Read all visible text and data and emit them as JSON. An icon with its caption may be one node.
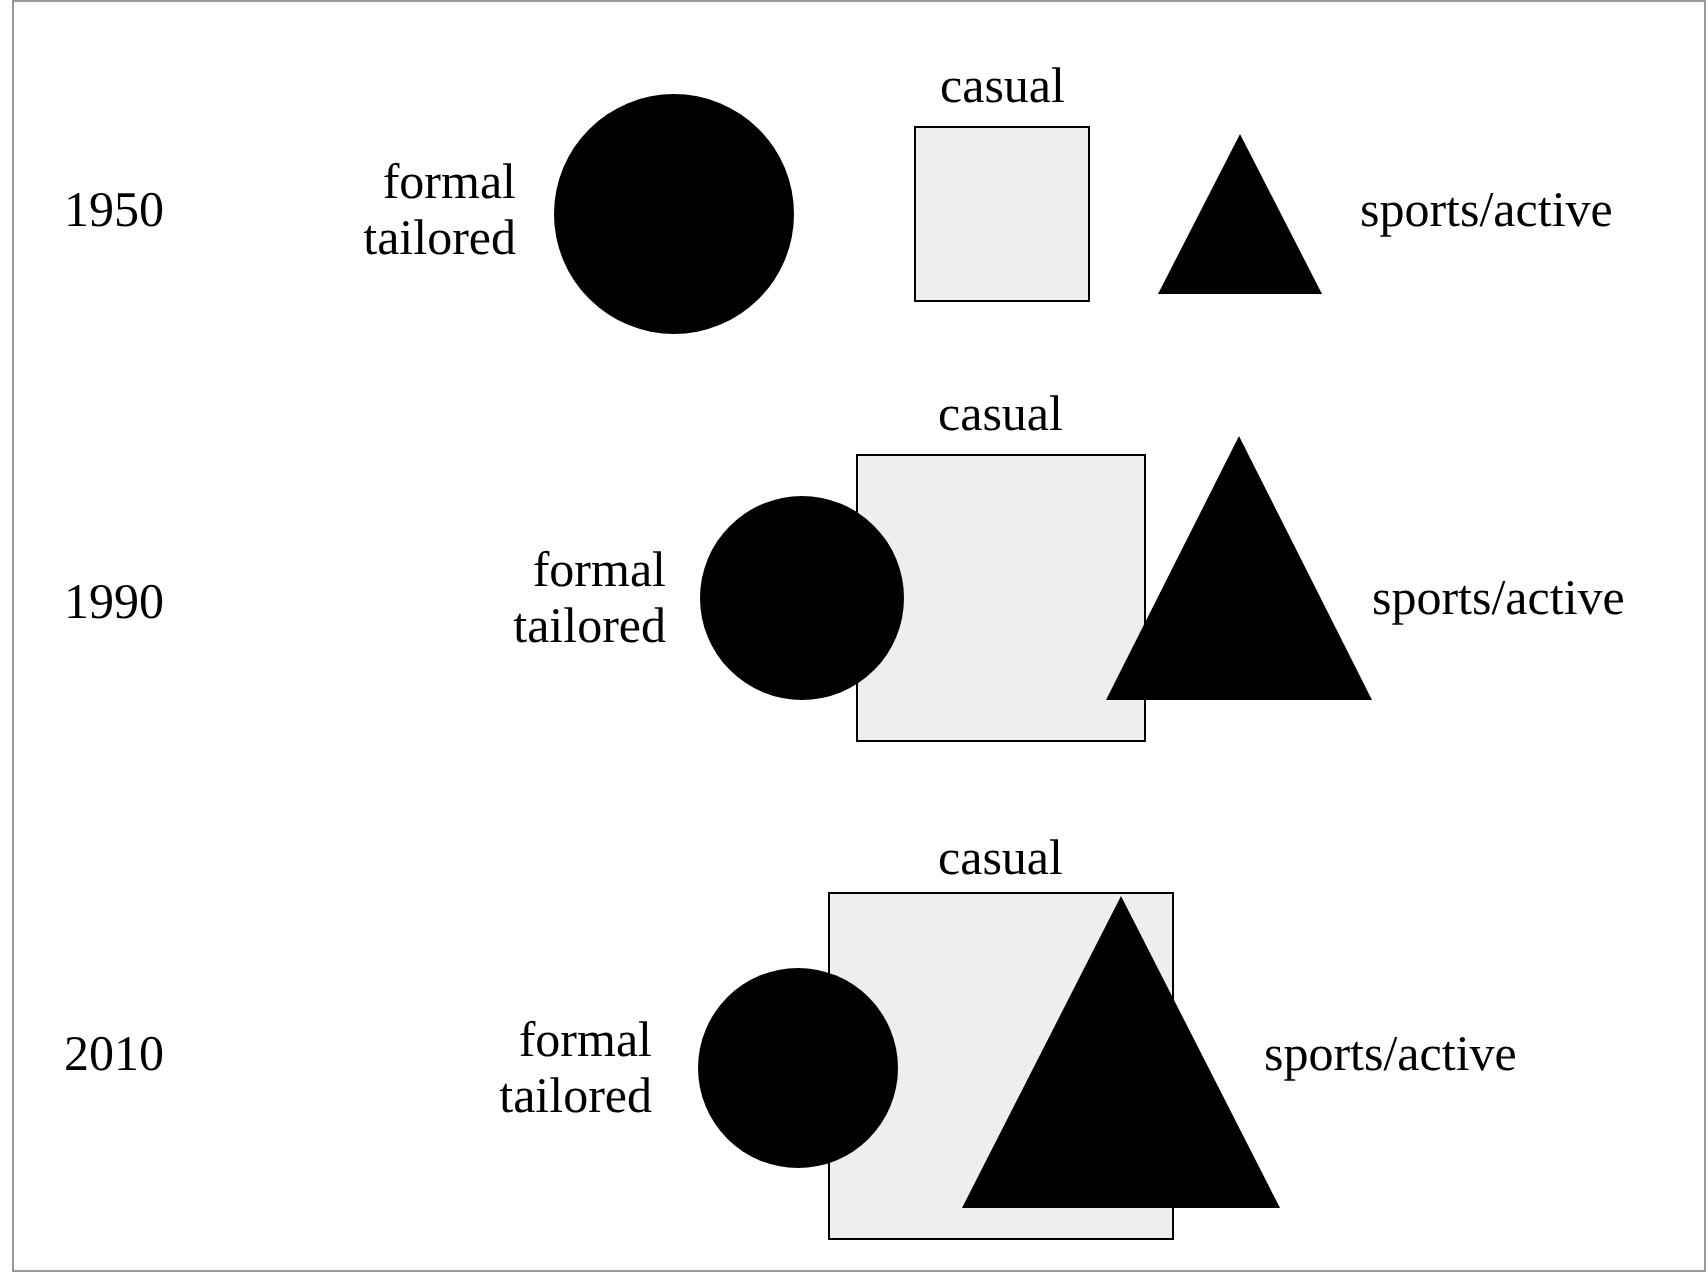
{
  "diagram": {
    "nodes": [
      {
        "text": [],
        "shape": "circle",
        "beside": [
          "formal tailored"
        ]
      },
      {
        "text": [],
        "shape": "box",
        "beside": [
          "casual"
        ]
      },
      {
        "text": [],
        "shape": "triangle",
        "beside": [
          "sports/active"
        ]
      },
      {
        "text": [],
        "shape": "circle",
        "beside": [
          "formal tailored"
        ]
      },
      {
        "text": [],
        "shape": "box",
        "beside": [
          "casual"
        ]
      },
      {
        "text": [],
        "shape": "triangle",
        "beside": [
          "sports/active"
        ]
      },
      {
        "text": [],
        "shape": "circle",
        "beside": [
          "formal tailored"
        ]
      },
      {
        "text": [],
        "shape": "box",
        "beside": [
          "casual"
        ]
      },
      {
        "text": [],
        "shape": "triangle",
        "beside": [
          "sports/active"
        ]
      }
    ],
    "labels": [
      "1950",
      "1990",
      "2010"
    ]
  }
}
